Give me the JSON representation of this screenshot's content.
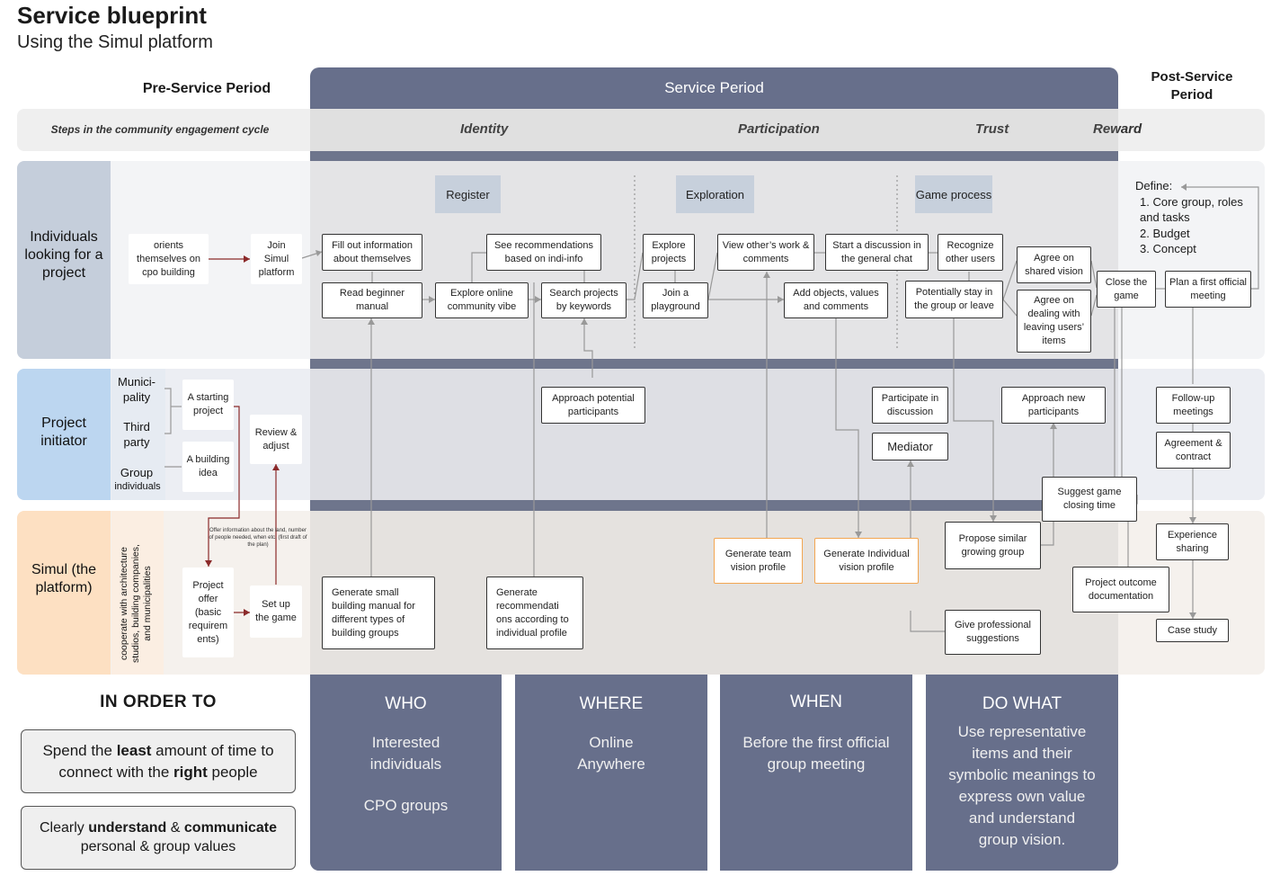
{
  "header": {
    "title": "Service blueprint",
    "subtitle": "Using the Simul platform"
  },
  "periods": {
    "pre": "Pre-Service Period",
    "service": "Service Period",
    "post": "Post-Service Period"
  },
  "steps": {
    "label": "Steps in the community engagement cycle",
    "phases": [
      "Identity",
      "Participation",
      "Trust",
      "Reward"
    ]
  },
  "lanes": {
    "individuals": "Individuals looking for a project",
    "initiator": "Project initiator",
    "initiator_sub": [
      "Munici-pality",
      "Third party",
      "Group",
      "individuals"
    ],
    "simul": "Simul (the platform)",
    "simul_sub": "cooperate with architecture studios, building companies, and municipalities"
  },
  "phase_boxes": [
    "Register",
    "Exploration",
    "Game process"
  ],
  "individuals_nodes": {
    "orients": "orients themselves on cpo building",
    "join": "Join Simul platform",
    "fill": "Fill out information about themselves",
    "read": "Read beginner manual",
    "explore_online": "Explore online community vibe",
    "see_rec": "See recommendations based on indi-info",
    "search": "Search projects by keywords",
    "explore_projects": "Explore projects",
    "join_playground": "Join a playground",
    "view_work": "View other’s work & comments",
    "add_objects": "Add objects, values and comments",
    "start_discussion": "Start a discussion in the general chat",
    "recognize": "Recognize other users",
    "potentially": "Potentially stay in the group or leave",
    "agree_shared": "Agree on shared vision",
    "agree_dealing": "Agree on dealing with leaving users’ items",
    "close_game": "Close the game",
    "plan_meeting": "Plan a first official meeting"
  },
  "define": {
    "label": "Define:",
    "items": [
      "Core group, roles and tasks",
      "Budget",
      "Concept"
    ]
  },
  "initiator_nodes": {
    "starting": "A starting project",
    "building_idea": "A building idea",
    "review": "Review & adjust",
    "approach_potential": "Approach potential participants",
    "participate": "Participate in discussion",
    "mediator": "Mediator",
    "approach_new": "Approach new participants",
    "suggest_closing": "Suggest game closing time",
    "follow_up": "Follow-up meetings",
    "agreement": "Agreement & contract"
  },
  "simul_nodes": {
    "offer_note": "Offer information about the land, number of people needed, when etc. (first draft of the plan)",
    "project_offer": "Project offer (basic requirem ents)",
    "setup": "Set up the game",
    "gen_manual": "Generate small building manual for different types of building groups",
    "gen_rec": "Generate recommendati ons according to individual profile",
    "gen_team": "Generate team vision profile",
    "gen_indiv": "Generate Individual vision profile",
    "propose_similar": "Propose similar growing group",
    "give_prof": "Give professional suggestions",
    "outcome_doc": "Project outcome documentation",
    "experience": "Experience sharing",
    "case_study": "Case study"
  },
  "in_order_to": {
    "title": "IN ORDER TO",
    "goal1": {
      "pre": "Spend the ",
      "b1": "least",
      "mid": " amount of time to connect with the ",
      "b2": "right",
      "post": " people"
    },
    "goal2": {
      "pre": "Clearly ",
      "b1": "understand",
      "mid": " & ",
      "b2": "communicate",
      "post": " personal & group values"
    }
  },
  "bottom_cards": [
    {
      "head": "WHO",
      "lines": [
        "Interested",
        "individuals",
        "",
        "CPO groups"
      ]
    },
    {
      "head": "WHERE",
      "lines": [
        "Online",
        "Anywhere"
      ]
    },
    {
      "head": "WHEN",
      "lines": [
        "Before the first official",
        "group meeting"
      ]
    },
    {
      "head": "DO WHAT",
      "lines": [
        "Use representative",
        "items and their",
        "symbolic meanings to",
        "express own value",
        "and understand",
        "group vision."
      ]
    }
  ]
}
